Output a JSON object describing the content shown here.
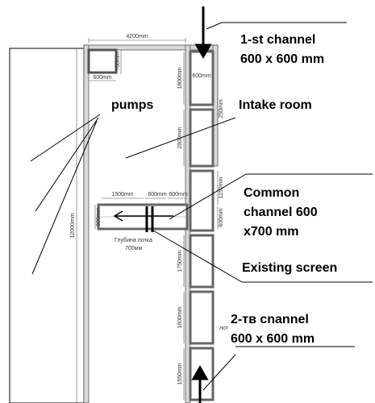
{
  "diagram": {
    "labels": {
      "channel1_line1": "1-st channel",
      "channel1_line2": "600 x 600 mm",
      "pumps": "pumps",
      "intake_room": "Intake room",
      "common_line1": "Common",
      "common_line2": "channel 600",
      "common_line3": "x700 mm",
      "existing_screen": "Existing screen",
      "channel2_line1": "2-тв cnannel",
      "channel2_line2": "600 x 600 mm"
    },
    "dimensions": {
      "top_width": "4200mm",
      "left_height": "12000mm",
      "pump_box_h": "700mm",
      "pump_box_w": "600mm",
      "seg_1800": "1800mm",
      "box_600_top": "600mm",
      "seg_250": "250mm",
      "seg_2800": "2800mm",
      "seg_1500": "1500mm",
      "seg_600_a": "600mm",
      "seg_600_b": "600mm",
      "seg_1150": "1150mm",
      "seg_600_c": "600mm",
      "seg_600_left": "600mm",
      "seg_1750": "1750mm",
      "seg_1600": "1600mm",
      "seg_1550": "1550mm",
      "depth_line1": "Глубина лотка",
      "depth_line2": "700мм",
      "side_note": "лот"
    },
    "colors": {
      "ink": "#000000",
      "wall_fill": "#d9d9d9",
      "wall_edge": "#555555",
      "dim_text": "#333333"
    }
  }
}
